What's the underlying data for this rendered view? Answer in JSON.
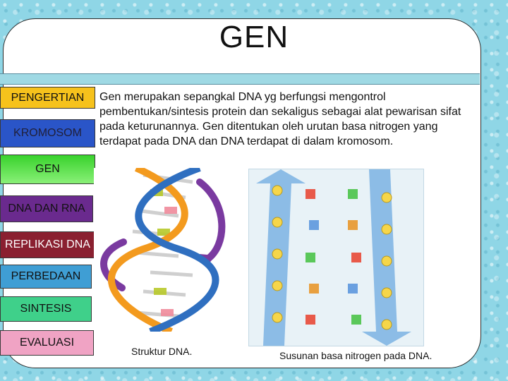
{
  "slide": {
    "title": "GEN",
    "description": "Gen merupakan sepangkal DNA yg berfungsi mengontrol pembentukan/sintesis protein dan sekaligus sebagai alat pewarisan sifat pada keturunannya. Gen ditentukan oleh urutan basa nitrogen yang terdapat pada DNA dan DNA terdapat di dalam kromosom.",
    "caption_left": "Struktur DNA.",
    "caption_right": "Susunan basa nitrogen pada DNA."
  },
  "nav": [
    {
      "label": "PENGERTIAN",
      "color": "#f6c21c"
    },
    {
      "label": "KROMOSOM",
      "color": "#2a55c8"
    },
    {
      "label": "GEN",
      "color": "#38d22c"
    },
    {
      "label": "DNA DAN RNA",
      "color": "#6a2a8e"
    },
    {
      "label": "REPLIKASI DNA",
      "color": "#8a2030"
    },
    {
      "label": "PERBEDAAN",
      "color": "#3f9ed4"
    },
    {
      "label": "SINTESIS",
      "color": "#3fd08a"
    },
    {
      "label": "EVALUASI",
      "color": "#f0a3c4"
    }
  ],
  "colors": {
    "background": "#8fd6e6",
    "strand_orange": "#f39a1e",
    "strand_blue": "#2f6fc0",
    "arrow_purple": "#7a3aa0",
    "chain_arrow": "#3f8fd8"
  }
}
